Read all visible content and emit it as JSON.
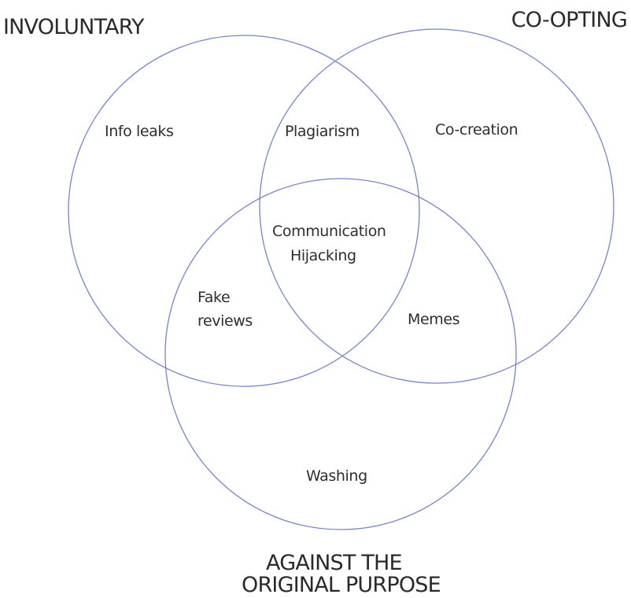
{
  "diagram": {
    "type": "venn",
    "stroke_color": "#7484cc",
    "text_color": "#2a2a2a",
    "sets": [
      {
        "id": "involuntary",
        "label": "INVOLUNTARY"
      },
      {
        "id": "co-opting",
        "label": "CO-OPTING"
      },
      {
        "id": "against",
        "label_lines": [
          "AGAINST THE",
          "ORIGINAL PURPOSE"
        ]
      }
    ],
    "regions": [
      {
        "sets": [
          "involuntary"
        ],
        "label_lines": [
          "Info leaks"
        ]
      },
      {
        "sets": [
          "involuntary",
          "co-opting"
        ],
        "label_lines": [
          "Plagiarism"
        ]
      },
      {
        "sets": [
          "co-opting"
        ],
        "label_lines": [
          "Co-creation"
        ]
      },
      {
        "sets": [
          "involuntary",
          "co-opting",
          "against"
        ],
        "label_lines": [
          "Communication",
          "Hijacking"
        ]
      },
      {
        "sets": [
          "involuntary",
          "against"
        ],
        "label_lines": [
          "Fake",
          "reviews"
        ]
      },
      {
        "sets": [
          "co-opting",
          "against"
        ],
        "label_lines": [
          "Memes"
        ]
      },
      {
        "sets": [
          "against"
        ],
        "label_lines": [
          "Washing"
        ]
      }
    ]
  }
}
